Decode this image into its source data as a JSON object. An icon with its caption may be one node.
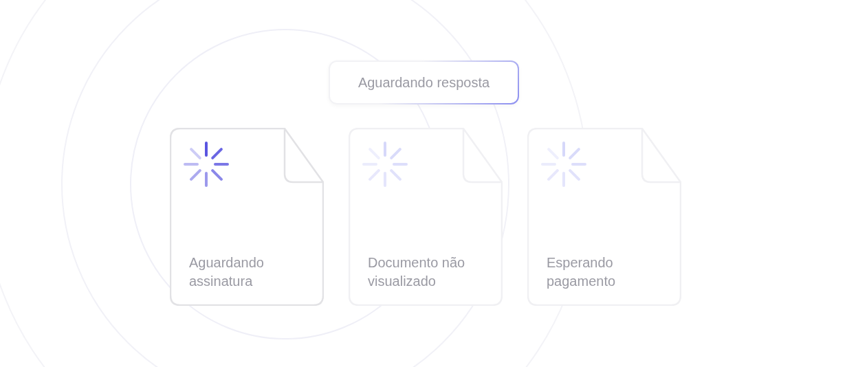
{
  "diagram": {
    "nodes": [
      {
        "text": [
          "Aguardando resposta"
        ]
      },
      {
        "text": [
          "Aguardando assinatura"
        ]
      },
      {
        "text": [
          "Documento não visualizado"
        ]
      },
      {
        "text": [
          "Esperando pagamento"
        ]
      }
    ]
  }
}
